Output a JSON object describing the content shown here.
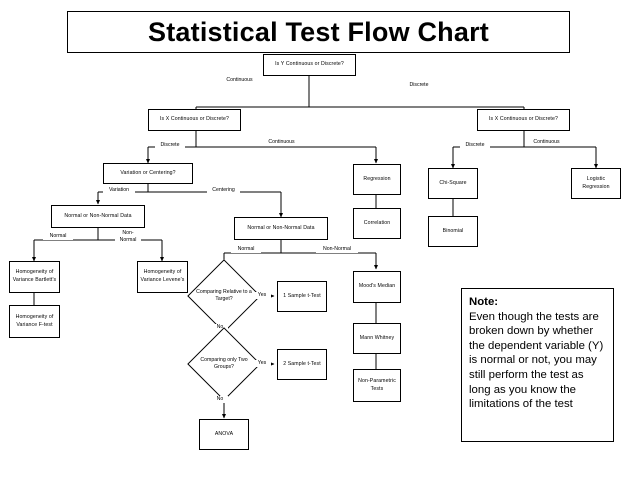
{
  "title": {
    "text": "Statistical Test Flow Chart"
  },
  "nodes": {
    "y_question": "Is Y Continuous or Discrete?",
    "x_question_left": "Is X Continuous or Discrete?",
    "x_question_right": "Is X Continuous or Discrete?",
    "variation_or_centering": "Variation or Centering?",
    "normal_data_left": "Normal or Non-Normal Data",
    "normal_data_center": "Normal or Non-Normal Data",
    "bartletts": "Homogeneity of Variance Bartlett's",
    "ftest": "Homogeneity of Variance F-test",
    "levenes": "Homogeneity of Variance Levene's",
    "regression": "Regression",
    "correlation": "Correlation",
    "chi_square": "Chi-Square",
    "binomial": "Binomial",
    "logistic_regression": "Logistic Regression",
    "moods_median": "Mood's Median",
    "mann_whitney": "Mann Whitney",
    "non_parametric_tests": "Non-Parametric Tests",
    "one_sample_ttest": "1 Sample t-Test",
    "two_sample_ttest": "2 Sample t-Test",
    "anova": "ANOVA",
    "diamond_target": "Comparing Relative to a Target?",
    "diamond_two_groups": "Comparing only Two Groups?"
  },
  "edge_labels": {
    "y_continuous": "Continuous",
    "y_discrete": "Discrete",
    "xleft_discrete": "Discrete",
    "xleft_continuous": "Continuous",
    "xright_discrete": "Discrete",
    "xright_continuous": "Continuous",
    "variation": "Variation",
    "centering": "Centering",
    "left_normal": "Normal",
    "left_non_normal": "Non-Normal",
    "center_normal": "Normal",
    "center_non_normal": "Non-Normal",
    "target_yes": "Yes",
    "target_no": "No",
    "groups_yes": "Yes",
    "groups_no": "No"
  },
  "note": {
    "heading": "Note:",
    "body": "Even though the tests are broken down by whether the dependent variable (Y) is normal or not, you may still perform the test as long as you know the limitations of the test"
  },
  "colors": {
    "stroke": "#000000",
    "fill": "#ffffff",
    "text": "#000000"
  }
}
